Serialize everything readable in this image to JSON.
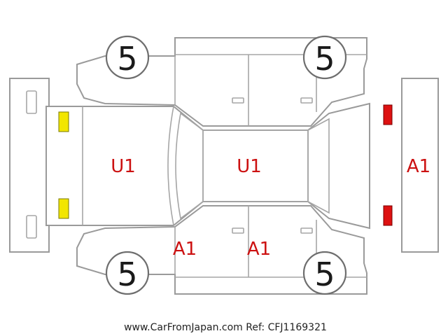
{
  "diagram": {
    "wheels": {
      "front_left": "5",
      "rear_left": "5",
      "front_right": "5",
      "rear_right": "5"
    },
    "condition_codes": {
      "hood": "U1",
      "roof": "U1",
      "rear_gate": "A1",
      "front_door_right": "A1",
      "rear_door_right": "A1"
    },
    "lights": {
      "headlight_color": "#f2e600",
      "taillight_color": "#dd1111"
    },
    "footer": "www.CarFromJapan.com Ref: CFJ1169321"
  }
}
